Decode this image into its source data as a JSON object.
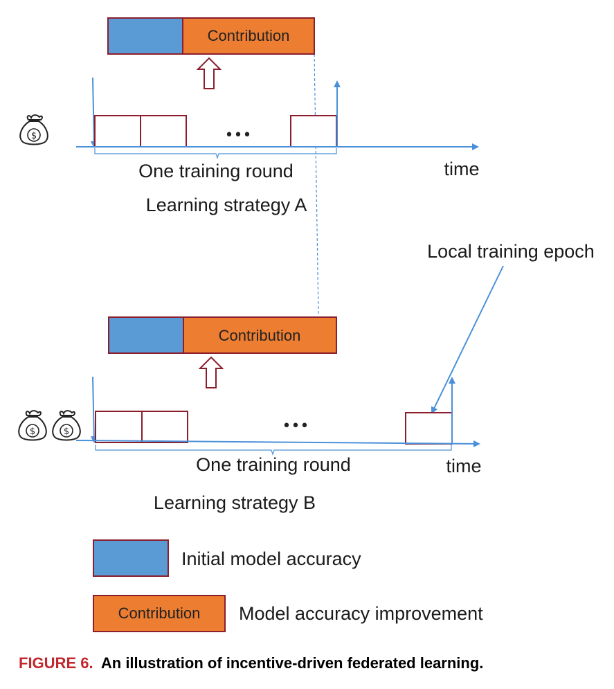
{
  "colors": {
    "blue": "#5b9bd5",
    "orange": "#ed7d31",
    "outline": "#8b1e2d",
    "axis": "#4a90d9",
    "caption_red": "#c0282e"
  },
  "strategy_a": {
    "contribution_label": "Contribution",
    "dots": "•••",
    "round_label": "One training round",
    "strategy_label": "Learning strategy A",
    "time_label": "time",
    "incentive_icon": "money-bag-icon"
  },
  "strategy_b": {
    "contribution_label": "Contribution",
    "dots": "•••",
    "round_label": "One training round",
    "strategy_label": "Learning strategy B",
    "time_label": "time",
    "incentive_icon": "money-bag-icon",
    "epoch_label": "Local training epoch"
  },
  "legend": {
    "initial_label": "Initial model accuracy",
    "contribution_box_label": "Contribution",
    "improvement_label": "Model accuracy improvement"
  },
  "caption": {
    "figure_number": "FIGURE 6.",
    "text": "An illustration of incentive-driven federated learning."
  }
}
